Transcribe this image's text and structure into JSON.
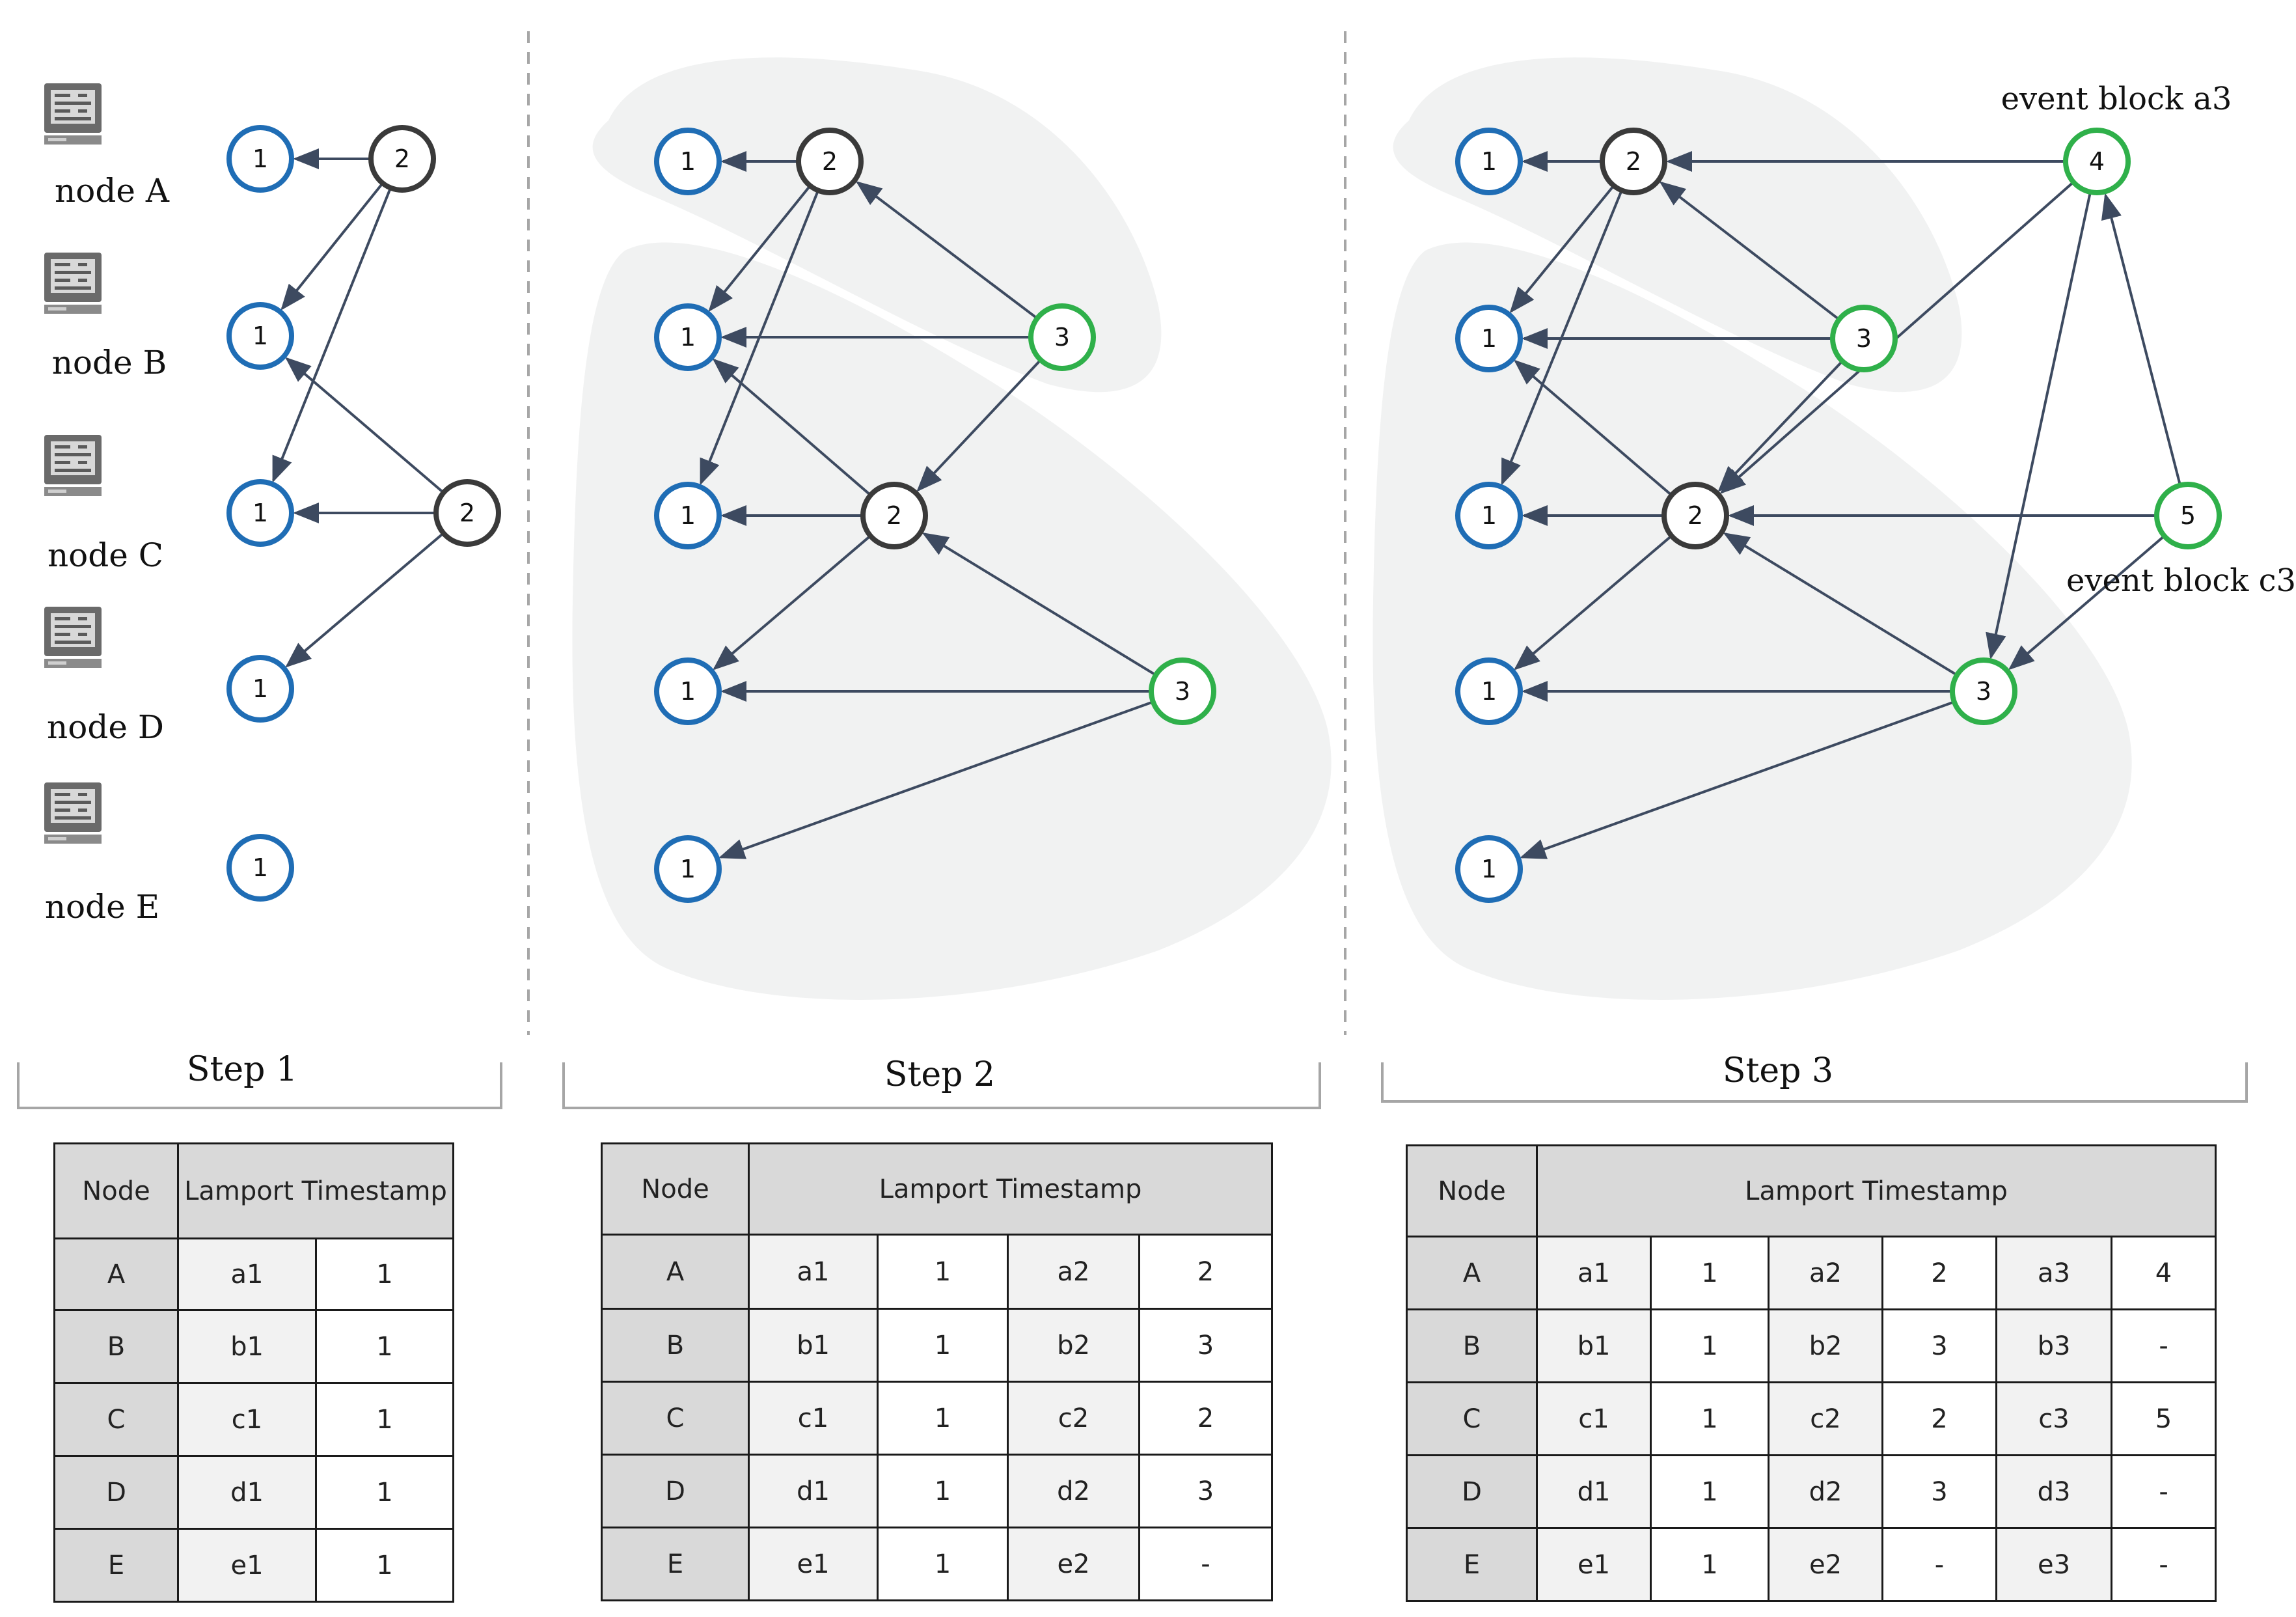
{
  "steps": [
    {
      "label": "Step 1"
    },
    {
      "label": "Step 2"
    },
    {
      "label": "Step 3"
    }
  ],
  "node_labels": [
    "node A",
    "node B",
    "node C",
    "node D",
    "node E"
  ],
  "annotations": {
    "a3": "event block a3",
    "c3": "event block c3"
  },
  "colors": {
    "blue": "#1f6db5",
    "dark": "#3a3a3a",
    "green": "#2fb04a",
    "edge": "#3d4a60",
    "region": "#f1f2f2"
  },
  "icon": "computer-terminal-icon",
  "graphs": [
    {
      "nodes": [
        {
          "id": "a1",
          "label": "1",
          "color": "blue"
        },
        {
          "id": "b1",
          "label": "1",
          "color": "blue"
        },
        {
          "id": "c1",
          "label": "1",
          "color": "blue"
        },
        {
          "id": "d1",
          "label": "1",
          "color": "blue"
        },
        {
          "id": "e1",
          "label": "1",
          "color": "blue"
        },
        {
          "id": "a2",
          "label": "2",
          "color": "dark"
        },
        {
          "id": "c2",
          "label": "2",
          "color": "dark"
        }
      ],
      "edges": [
        [
          "a2",
          "a1"
        ],
        [
          "a2",
          "b1"
        ],
        [
          "a2",
          "c1"
        ],
        [
          "c2",
          "c1"
        ],
        [
          "c2",
          "b1"
        ],
        [
          "c2",
          "d1"
        ]
      ]
    },
    {
      "nodes": [
        {
          "id": "a1",
          "label": "1",
          "color": "blue"
        },
        {
          "id": "b1",
          "label": "1",
          "color": "blue"
        },
        {
          "id": "c1",
          "label": "1",
          "color": "blue"
        },
        {
          "id": "d1",
          "label": "1",
          "color": "blue"
        },
        {
          "id": "e1",
          "label": "1",
          "color": "blue"
        },
        {
          "id": "a2",
          "label": "2",
          "color": "dark"
        },
        {
          "id": "c2",
          "label": "2",
          "color": "dark"
        },
        {
          "id": "b2",
          "label": "3",
          "color": "green"
        },
        {
          "id": "d2",
          "label": "3",
          "color": "green"
        }
      ],
      "edges": [
        [
          "a2",
          "a1"
        ],
        [
          "a2",
          "b1"
        ],
        [
          "a2",
          "c1"
        ],
        [
          "b2",
          "b1"
        ],
        [
          "b2",
          "a2"
        ],
        [
          "b2",
          "c2"
        ],
        [
          "c2",
          "c1"
        ],
        [
          "c2",
          "b1"
        ],
        [
          "c2",
          "d1"
        ],
        [
          "d2",
          "d1"
        ],
        [
          "d2",
          "c2"
        ],
        [
          "d2",
          "e1"
        ]
      ]
    },
    {
      "nodes": [
        {
          "id": "a1",
          "label": "1",
          "color": "blue"
        },
        {
          "id": "b1",
          "label": "1",
          "color": "blue"
        },
        {
          "id": "c1",
          "label": "1",
          "color": "blue"
        },
        {
          "id": "d1",
          "label": "1",
          "color": "blue"
        },
        {
          "id": "e1",
          "label": "1",
          "color": "blue"
        },
        {
          "id": "a2",
          "label": "2",
          "color": "dark"
        },
        {
          "id": "c2",
          "label": "2",
          "color": "dark"
        },
        {
          "id": "b2",
          "label": "3",
          "color": "green"
        },
        {
          "id": "d2",
          "label": "3",
          "color": "green"
        },
        {
          "id": "a3",
          "label": "4",
          "color": "green"
        },
        {
          "id": "c3",
          "label": "5",
          "color": "green"
        }
      ],
      "edges": [
        [
          "a2",
          "a1"
        ],
        [
          "a2",
          "b1"
        ],
        [
          "a2",
          "c1"
        ],
        [
          "b2",
          "b1"
        ],
        [
          "b2",
          "a2"
        ],
        [
          "b2",
          "c2"
        ],
        [
          "c2",
          "c1"
        ],
        [
          "c2",
          "b1"
        ],
        [
          "c2",
          "d1"
        ],
        [
          "d2",
          "d1"
        ],
        [
          "d2",
          "c2"
        ],
        [
          "d2",
          "e1"
        ],
        [
          "a3",
          "a2"
        ],
        [
          "a3",
          "c2"
        ],
        [
          "a3",
          "d2"
        ],
        [
          "c3",
          "c2"
        ],
        [
          "c3",
          "a3"
        ],
        [
          "c3",
          "d2"
        ]
      ]
    }
  ],
  "tables": [
    {
      "header": {
        "node": "Node",
        "ts": "Lamport Timestamp"
      },
      "rows": [
        {
          "node": "A",
          "cells": [
            "a1",
            "1"
          ]
        },
        {
          "node": "B",
          "cells": [
            "b1",
            "1"
          ]
        },
        {
          "node": "C",
          "cells": [
            "c1",
            "1"
          ]
        },
        {
          "node": "D",
          "cells": [
            "d1",
            "1"
          ]
        },
        {
          "node": "E",
          "cells": [
            "e1",
            "1"
          ]
        }
      ]
    },
    {
      "header": {
        "node": "Node",
        "ts": "Lamport Timestamp"
      },
      "rows": [
        {
          "node": "A",
          "cells": [
            "a1",
            "1",
            "a2",
            "2"
          ]
        },
        {
          "node": "B",
          "cells": [
            "b1",
            "1",
            "b2",
            "3"
          ]
        },
        {
          "node": "C",
          "cells": [
            "c1",
            "1",
            "c2",
            "2"
          ]
        },
        {
          "node": "D",
          "cells": [
            "d1",
            "1",
            "d2",
            "3"
          ]
        },
        {
          "node": "E",
          "cells": [
            "e1",
            "1",
            "e2",
            "-"
          ]
        }
      ]
    },
    {
      "header": {
        "node": "Node",
        "ts": "Lamport Timestamp"
      },
      "rows": [
        {
          "node": "A",
          "cells": [
            "a1",
            "1",
            "a2",
            "2",
            "a3",
            "4"
          ]
        },
        {
          "node": "B",
          "cells": [
            "b1",
            "1",
            "b2",
            "3",
            "b3",
            "-"
          ]
        },
        {
          "node": "C",
          "cells": [
            "c1",
            "1",
            "c2",
            "2",
            "c3",
            "5"
          ]
        },
        {
          "node": "D",
          "cells": [
            "d1",
            "1",
            "d2",
            "3",
            "d3",
            "-"
          ]
        },
        {
          "node": "E",
          "cells": [
            "e1",
            "1",
            "e2",
            "-",
            "e3",
            "-"
          ]
        }
      ]
    }
  ]
}
